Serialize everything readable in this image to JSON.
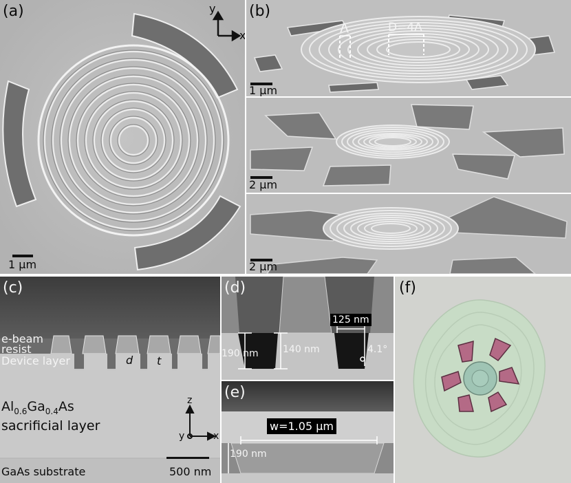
{
  "panels": {
    "a": {
      "label": "(a)",
      "scale_bar": "1 μm",
      "axes": {
        "y": "y",
        "x": "x"
      }
    },
    "b": {
      "label": "(b)",
      "top": {
        "scale_bar": "1 μm",
        "period_label": "Λ",
        "d_label": "D=4Λ"
      },
      "middle": {
        "scale_bar": "2 μm"
      },
      "bottom": {
        "scale_bar": "2 μm"
      }
    },
    "c": {
      "label": "(c)",
      "resist_line1": "e-beam",
      "resist_line2": "resist",
      "device_layer": "Device layer",
      "d_symbol": "d",
      "t_symbol": "t",
      "sacrificial_line1_base": "Al",
      "sacrificial_sub1": "0.6",
      "sacrificial_mid": "Ga",
      "sacrificial_sub2": "0.4",
      "sacrificial_end": "As",
      "sacrificial_line2": "sacrificial layer",
      "substrate": "GaAs substrate",
      "scale_bar": "500 nm",
      "axes": {
        "z": "z",
        "y": "y",
        "x": "x"
      }
    },
    "d": {
      "label": "(d)",
      "width": "125 nm",
      "depth1": "190 nm",
      "depth2": "140 nm",
      "angle": "4.1°"
    },
    "e": {
      "label": "(e)",
      "width": "w=1.05 μm",
      "depth": "190 nm"
    },
    "f": {
      "label": "(f)"
    }
  },
  "colors": {
    "sem_background": "#b4b4b4",
    "sem_trench": "#6a6a6a",
    "optical_background": "#d2d4d0",
    "optical_rings": "#c4dcc4",
    "pad": "#b0607c"
  }
}
